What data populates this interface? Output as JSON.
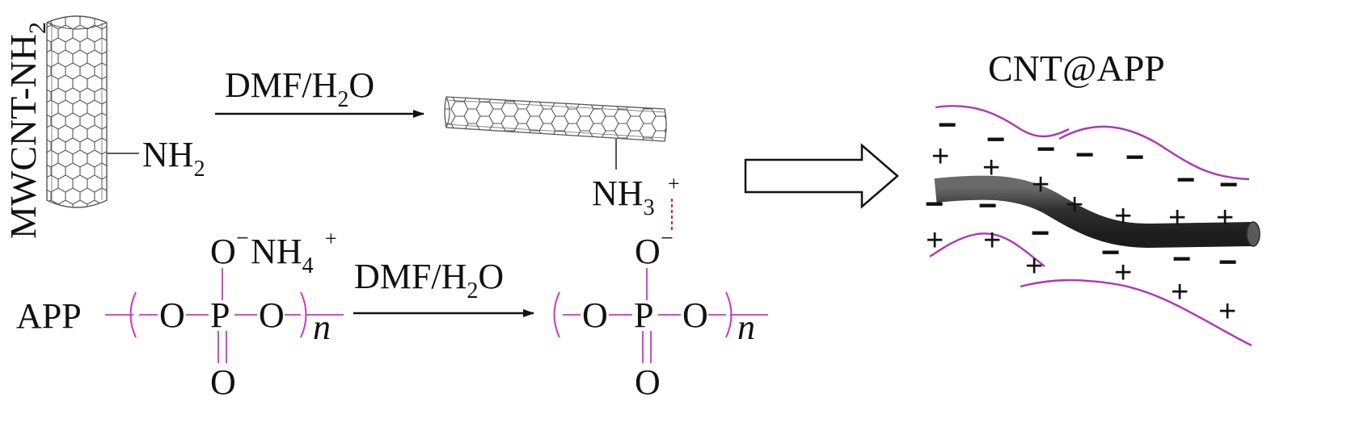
{
  "labels": {
    "mwcnt_nh2": "MWCNT-NH",
    "mwcnt_sub": "2",
    "nh2_group": "NH",
    "nh2_sub": "2",
    "step1_reagent": "DMF/H",
    "step1_sub": "2",
    "step1_tail": "O",
    "nh3_group": "NH",
    "nh3_sub": "3",
    "nh3_charge": "+",
    "o_minus": "O",
    "o_minus_charge": "−",
    "app_label": "APP",
    "app_o_nh4": "O",
    "app_o_nh4_charge": "−",
    "app_nh4": "NH",
    "app_nh4_sub": "4",
    "app_nh4_charge": "+",
    "step2_reagent": "DMF/H",
    "step2_sub": "2",
    "step2_tail": "O",
    "o_left": "O",
    "p_center": "P",
    "o_right": "O",
    "o_bottom": "O",
    "repeat_n": "n",
    "product_title": "CNT@APP",
    "plus_sign": "+",
    "minus_sign": "−"
  },
  "colors": {
    "bond_magenta": "#cc33cc",
    "minus_red": "#dd2222",
    "plus_blue": "#3a3aa8",
    "tube_gray": "#3c3c3c",
    "ionic_dash": "#dd2222"
  }
}
